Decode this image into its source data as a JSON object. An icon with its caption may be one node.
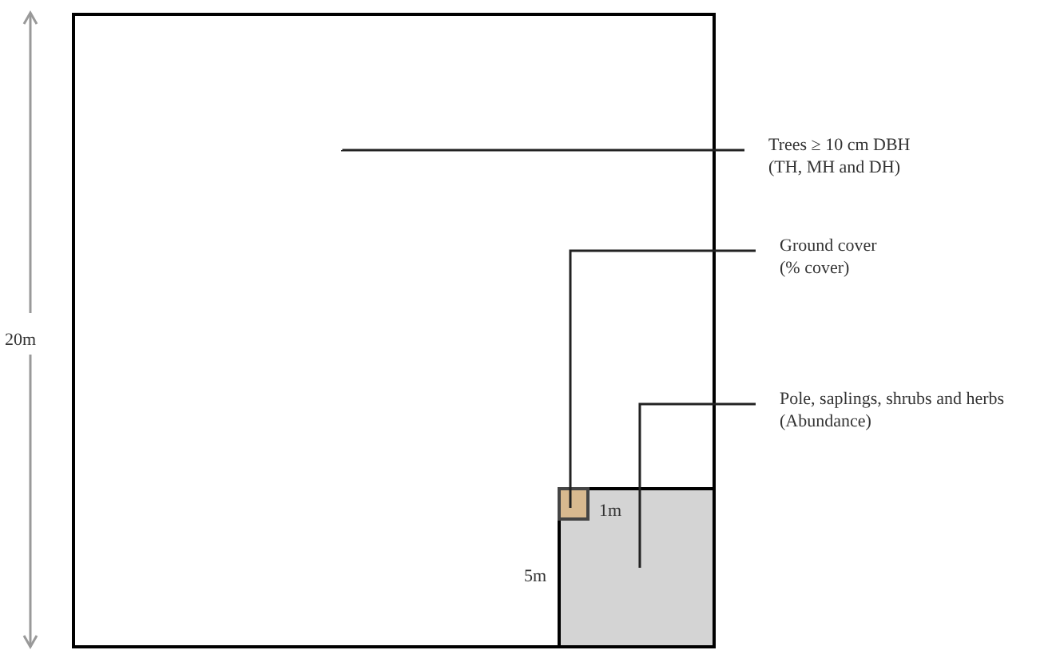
{
  "diagram": {
    "nodes": [
      {
        "text": [],
        "shape": "box"
      },
      {
        "text": [],
        "shape": "box",
        "in": 0
      },
      {
        "text": [],
        "shape": "box",
        "in": 1
      },
      {
        "text": [
          "Trees ≥ 10 cm DBH",
          "(TH, MH and DH)"
        ]
      },
      {
        "text": [
          "Ground cover",
          "(% cover)"
        ]
      },
      {
        "text": [
          "Pole, saplings, shrubs and herbs",
          "(Abundance)"
        ]
      }
    ],
    "edges": [
      {
        "from": 3,
        "to": 0,
        "arrow": "none"
      },
      {
        "from": 4,
        "to": 2,
        "arrow": "none"
      },
      {
        "from": 5,
        "to": 1,
        "arrow": "none"
      }
    ],
    "labels": [
      "20m",
      "5m",
      "1m"
    ]
  }
}
